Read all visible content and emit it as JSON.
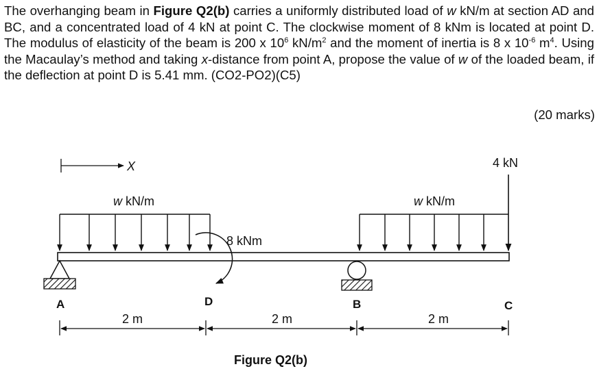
{
  "question": {
    "s1_a": "The overhanging beam in ",
    "s1_b": "Figure Q2(b)",
    "s1_c": " carries a uniformly distributed load of ",
    "w": "w",
    "s1_d": " kN/m at section AD and BC, and a concentrated load of 4 kN at point C. The clockwise moment of 8 kNm is located at point D. The modulus of elasticity of the beam is 200 x 10",
    "exp_E": "6",
    "s1_e": " kN/m",
    "exp_m2": "2",
    "s1_f": " and the moment of inertia is 8 x 10",
    "exp_I": "-6",
    "s1_g": " m",
    "exp_m4": "4",
    "s1_h": ". Using the Macaulay’s method and taking ",
    "x": "x",
    "s1_i": "-distance from point A, propose the value of ",
    "s1_j": " of the loaded beam, if the deflection at point D is 5.41 mm. (CO2-PO2)(C5)",
    "marks": "(20 marks)"
  },
  "figure": {
    "x_axis_label": "X",
    "udl_left_label": "w kN/m",
    "udl_right_label": "w kN/m",
    "moment_label": "8 kNm",
    "point_load_label": "4 kN",
    "points": {
      "A": "A",
      "D": "D",
      "B": "B",
      "C": "C"
    },
    "spans": [
      "2 m",
      "2 m",
      "2 m"
    ],
    "caption": "Figure Q2(b)"
  }
}
